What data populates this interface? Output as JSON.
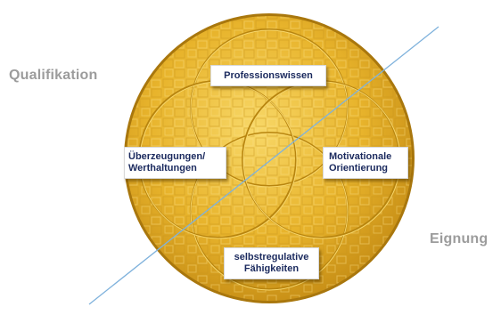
{
  "labels": {
    "left": "Qualifikation",
    "right": "Eignung"
  },
  "boxes": {
    "top": [
      "Professionswissen"
    ],
    "left": [
      "Überzeugungen/",
      "Werthaltungen"
    ],
    "right": [
      "Motivationale",
      "Orientierung"
    ],
    "bottom": [
      "selbstregulative",
      "Fähigkeiten"
    ]
  },
  "colors": {
    "disc": "#e9b830",
    "disc_light": "#f6d35c",
    "disc_dark": "#b07f12",
    "diagonal_line": "#7fb2dc",
    "label_gray": "#9c9c9c",
    "box_text": "#1b2a5e"
  }
}
